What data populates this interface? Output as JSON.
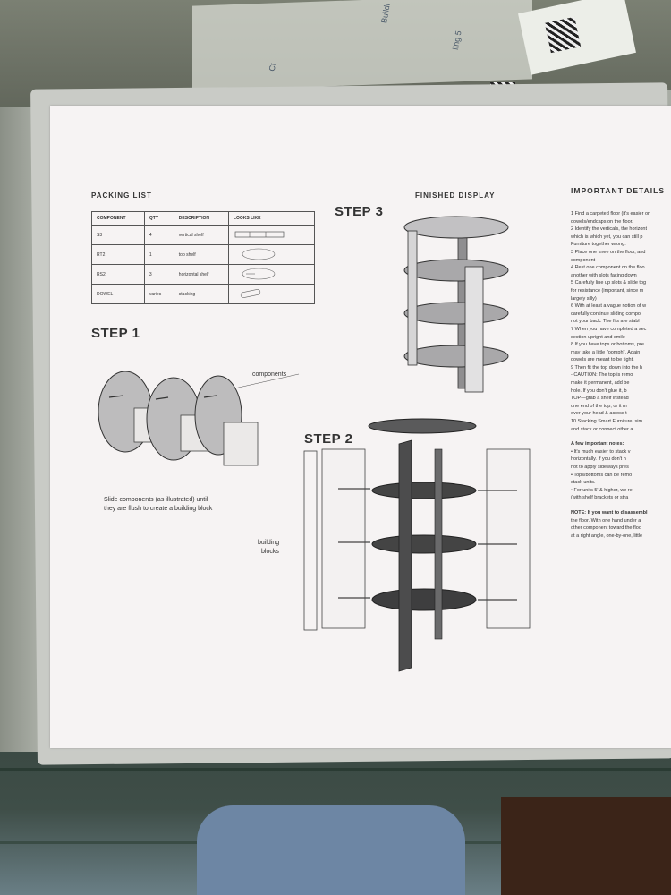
{
  "photo": {
    "description_text": ""
  },
  "background_map": {
    "labels": [
      "Ct",
      "Buildi",
      "ling 5"
    ]
  },
  "sheet": {
    "packing_list": {
      "title": "PACKING LIST",
      "headers": [
        "COMPONENT",
        "QTY",
        "DESCRIPTION",
        "LOOKS LIKE"
      ],
      "rows": [
        [
          "S3",
          "4",
          "vertical shelf"
        ],
        [
          "RT2",
          "1",
          "top shelf"
        ],
        [
          "RS2",
          "3",
          "horizontal shelf"
        ],
        [
          "DOWEL",
          "varies",
          "stacking"
        ]
      ]
    },
    "step1": {
      "title": "STEP 1",
      "callout": "components",
      "caption": [
        "Slide components (as illustrated) until",
        "they are flush to create a building block"
      ]
    },
    "step2": {
      "title": "STEP 2",
      "callout": [
        "building",
        "blocks"
      ]
    },
    "step3": {
      "title": "STEP 3",
      "heading": "FINISHED DISPLAY"
    },
    "important": {
      "title": "IMPORTANT DETAILS",
      "lines": [
        "1  Find a carpeted floor (it's easier on",
        "   dowels/endcaps on the floor.",
        "2  Identify the verticals, the horizont",
        "   which is which yet, you can still p",
        "   Furniture together wrong.",
        "3  Place one knee on the floor, and",
        "   component",
        "4  Rest one component on the floo",
        "   another with slots facing down",
        "5  Carefully line up slots & slide tog",
        "   for resistance (important, since m",
        "   largely silly)",
        "6  With at least a vague notion of w",
        "   carefully continue sliding compo",
        "   not your back. The fits are stabl",
        "7  When you have completed a sec",
        "   section upright and smile",
        "8  If you have tops or bottoms, pre",
        "   may take a little \"oomph\". Again",
        "   dowels are meant to be tight.",
        "9  Then fit the top down into the h",
        "   - CAUTION: The top is remo",
        "     make it permanent, add be",
        "     hole. If you don't glue it, b",
        "     TOP—grab a shelf instead",
        "     one end of the top, or it m",
        "     over your head & across t",
        "10 Stacking Smart Furniture: sim",
        "   and stack or connect other a",
        "",
        "A few important notes:",
        "  • It's much easier to stack v",
        "    horizontally. If you don't h",
        "    not to apply sideways pres",
        "  • Tops/bottoms can be remo",
        "    stack units.",
        "  • For units 5' & higher, we re",
        "    (with shelf brackets or stra",
        "",
        "NOTE: If you want to disassembl",
        "the floor. With one hand under a",
        "other component toward the floo",
        "at a right angle, one-by-one, little"
      ]
    }
  }
}
